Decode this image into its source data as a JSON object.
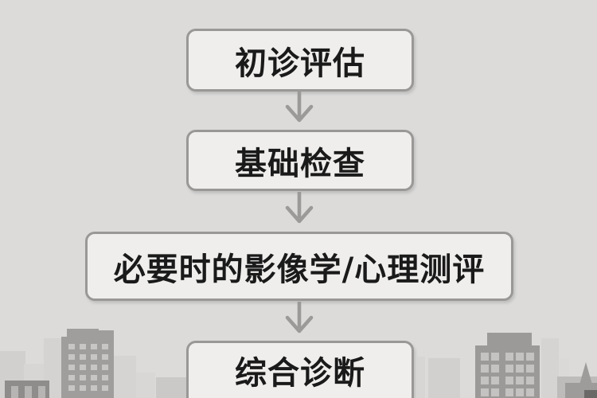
{
  "flowchart": {
    "steps": [
      {
        "id": "initial-assessment",
        "label": "初诊评估"
      },
      {
        "id": "basic-examination",
        "label": "基础检查"
      },
      {
        "id": "imaging-psych-evaluation",
        "label": "必要时的影像学/心理测评"
      },
      {
        "id": "comprehensive-diagnosis",
        "label": "综合诊断"
      }
    ],
    "connector": "down-arrow",
    "direction": "top-to-bottom"
  },
  "background": {
    "scene": "city-skyline-silhouette"
  },
  "colors": {
    "background": "#dcdbda",
    "box_fill": "#efeeec",
    "box_border": "#9a9896",
    "text": "#1a1a1a",
    "arrow": "#9b9a98",
    "skyline_dark": "#9e9c9a",
    "skyline_light": "#d5d3d2"
  }
}
